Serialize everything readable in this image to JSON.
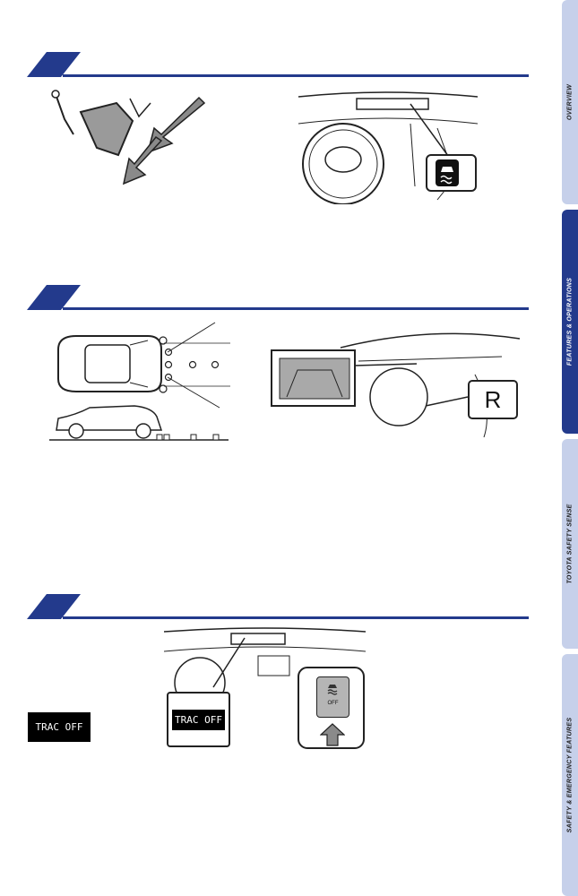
{
  "side_tabs": [
    {
      "label": "OVERVIEW",
      "color": "#c6d0ea",
      "active": false
    },
    {
      "label": "FEATURES & OPERATIONS",
      "color": "#233a8c",
      "active": true
    },
    {
      "label": "TOYOTA SAFETY SENSE",
      "color": "#c6d0ea",
      "active": false
    },
    {
      "label": "SAFETY & EMERGENCY FEATURES",
      "color": "#c6d0ea",
      "active": false
    }
  ],
  "colors": {
    "accent": "#233a8c",
    "tab_light": "#c6d0ea"
  },
  "illustrations": {
    "reverse_gear_letter": "R",
    "trac_off_callout": "TRAC OFF",
    "switch_label": "OFF"
  },
  "trac_off_indicator": "TRAC OFF",
  "icons": [
    "brake-pedal-icon",
    "skid-indicator-icon",
    "traction-control-switch-icon"
  ]
}
